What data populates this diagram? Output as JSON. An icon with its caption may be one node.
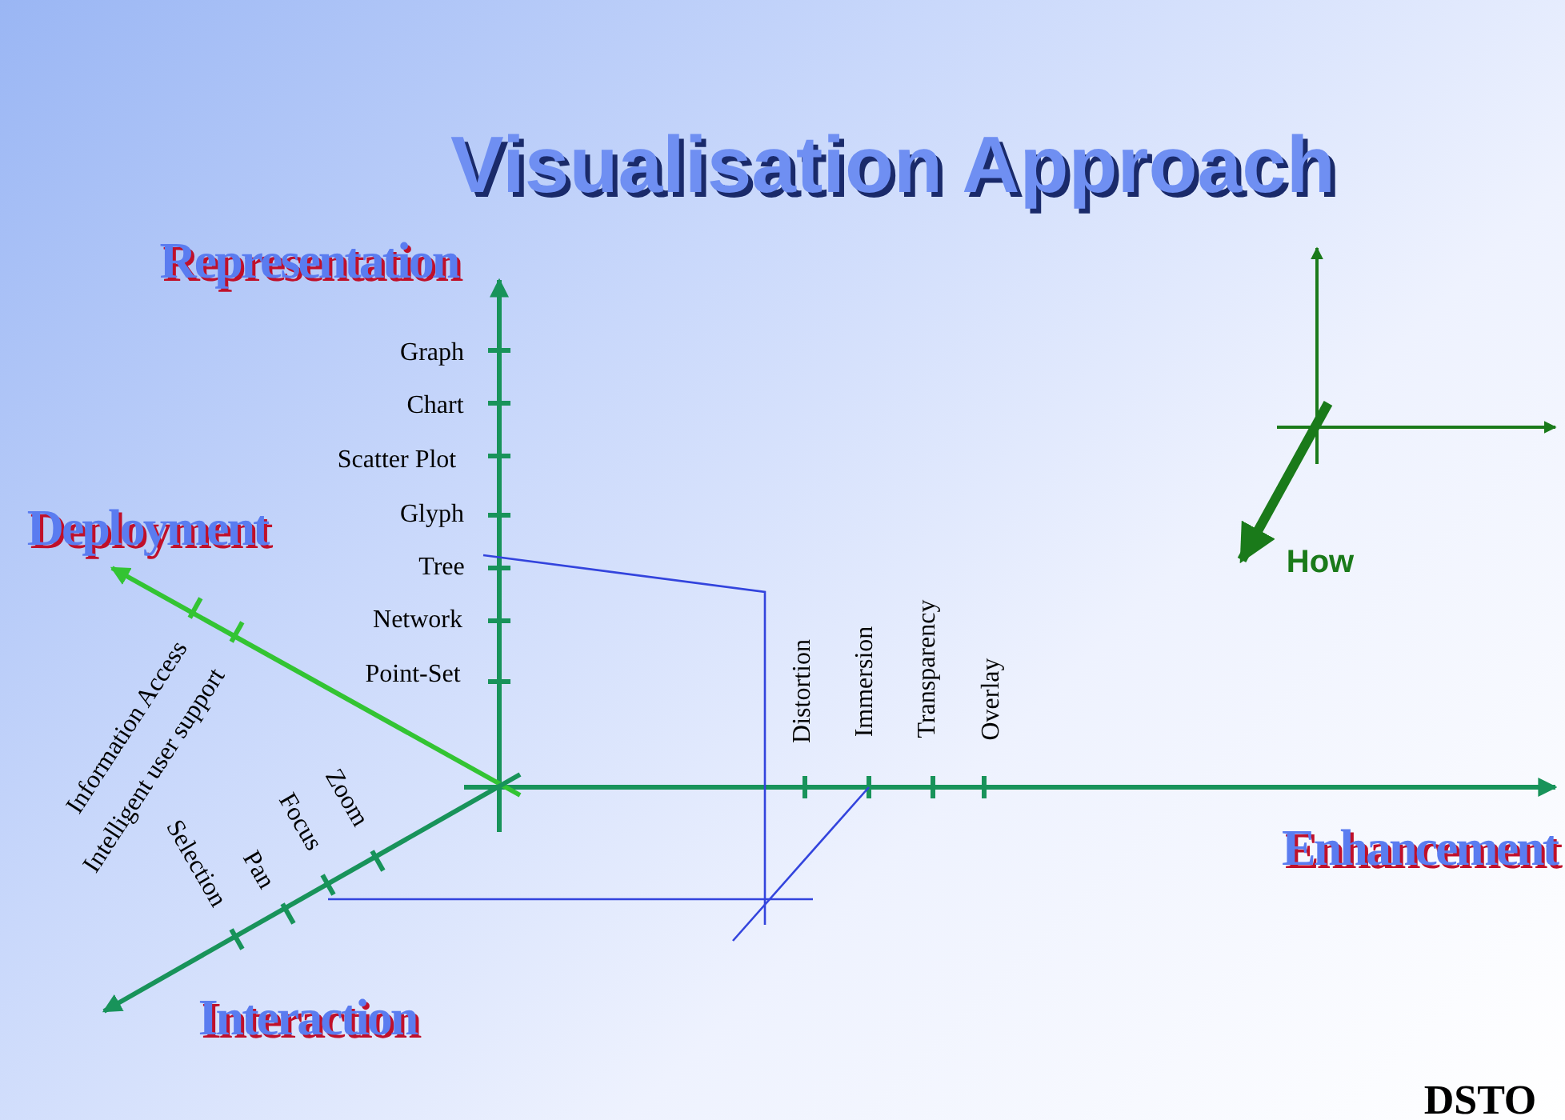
{
  "diagram": {
    "title": "Visualisation Approach",
    "labels": [
      "Representation",
      "Graph",
      "Chart",
      "Scatter Plot",
      "Glyph",
      "Deployment",
      "Tree",
      "How",
      "Network",
      "Point-Set",
      "Distortion",
      "Immersion",
      "Transparency",
      "Overlay",
      "Information Access",
      "Intelligent user support",
      "Focus",
      "Zoom",
      "Enhancement",
      "Selection",
      "Pan",
      "Interaction",
      "DSTO"
    ]
  }
}
